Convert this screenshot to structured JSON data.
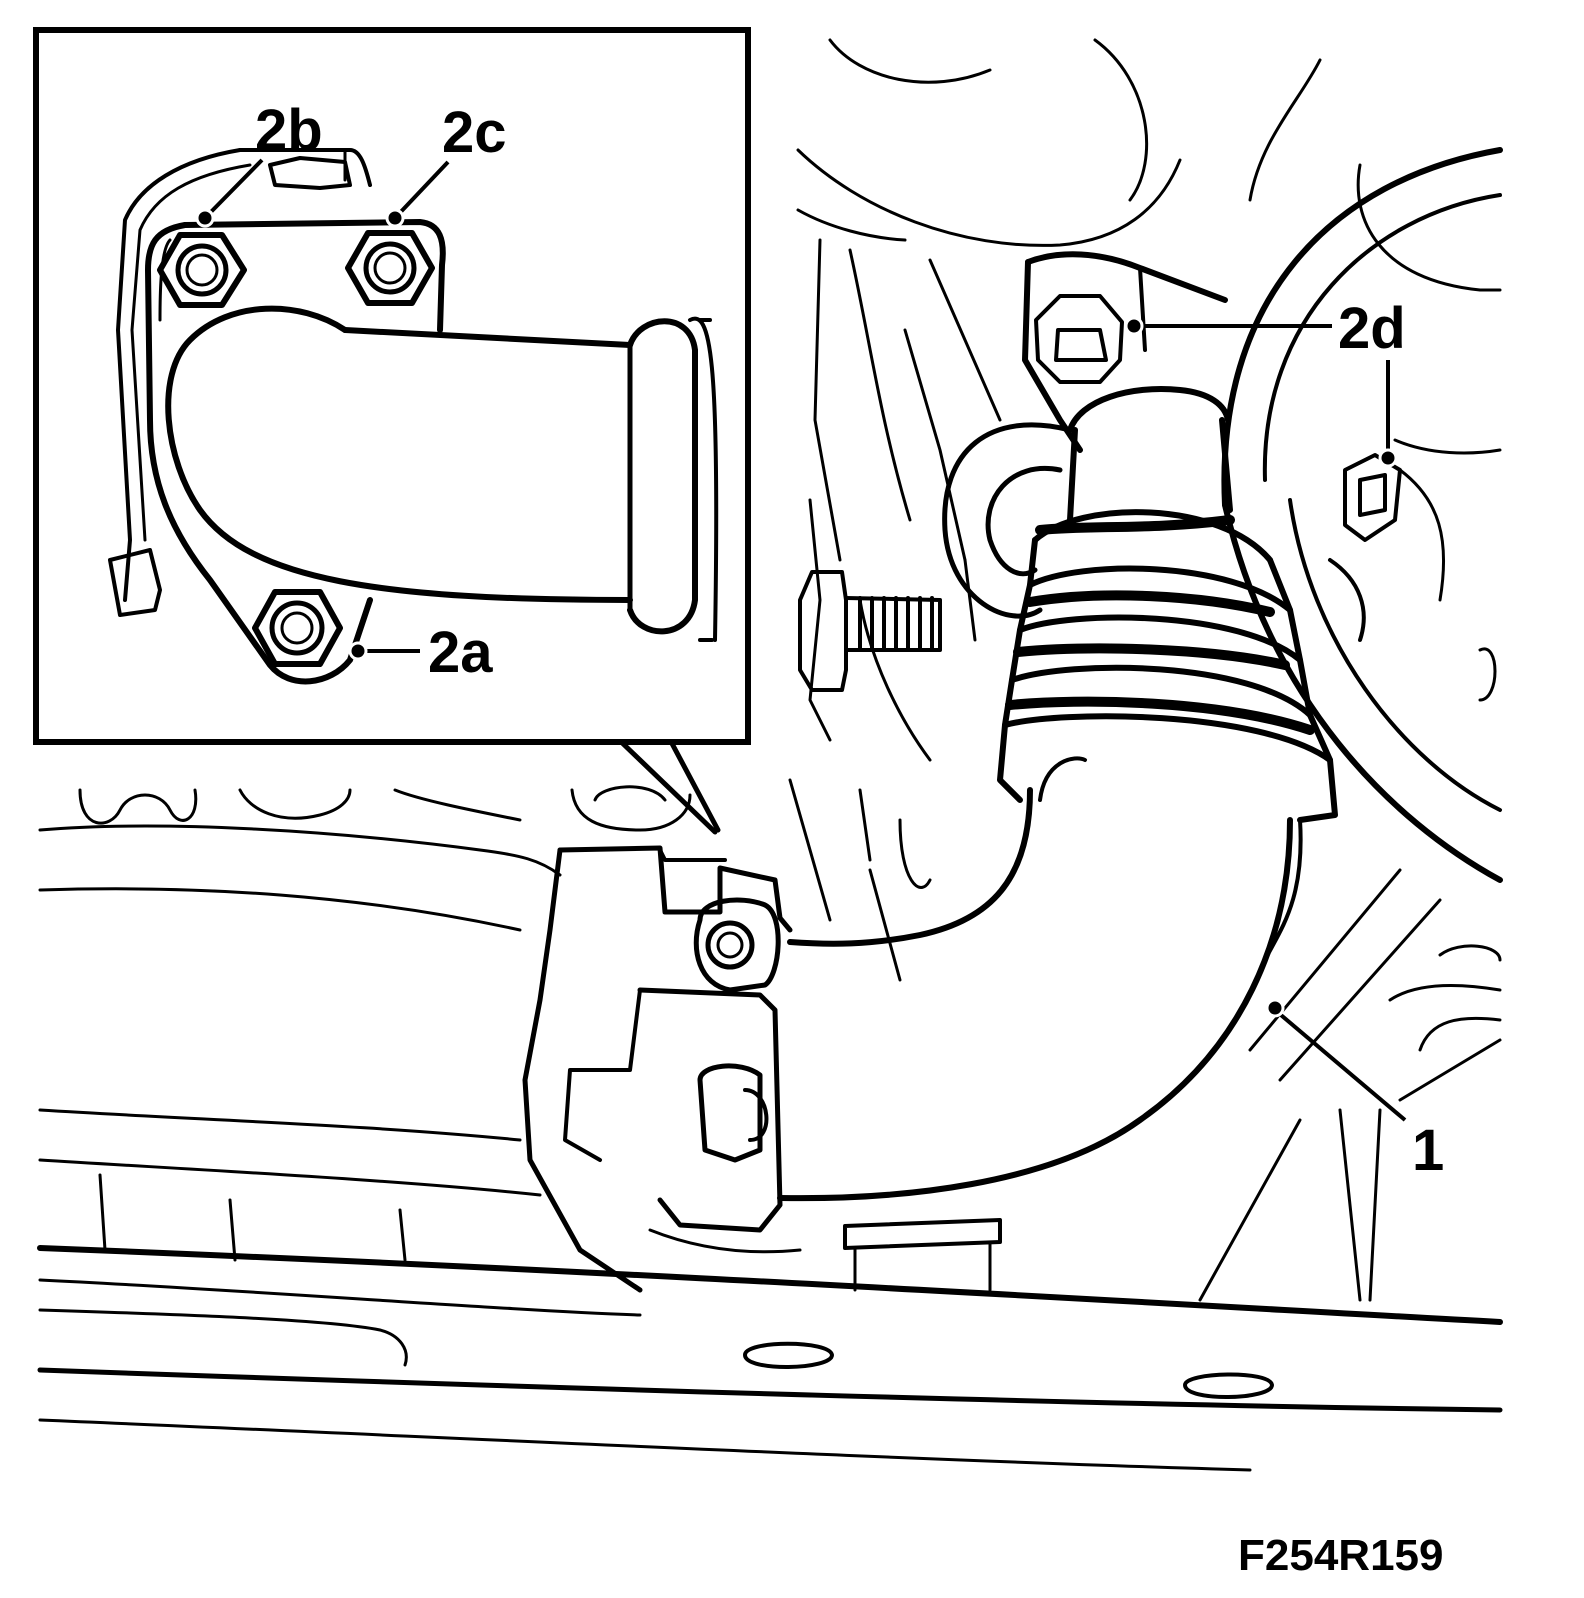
{
  "figure": {
    "reference": "F254R159",
    "callouts": {
      "c1": "1",
      "c2a": "2a",
      "c2b": "2b",
      "c2c": "2c",
      "c2d": "2d"
    }
  },
  "colors": {
    "line": "#000000",
    "paper": "#ffffff"
  }
}
